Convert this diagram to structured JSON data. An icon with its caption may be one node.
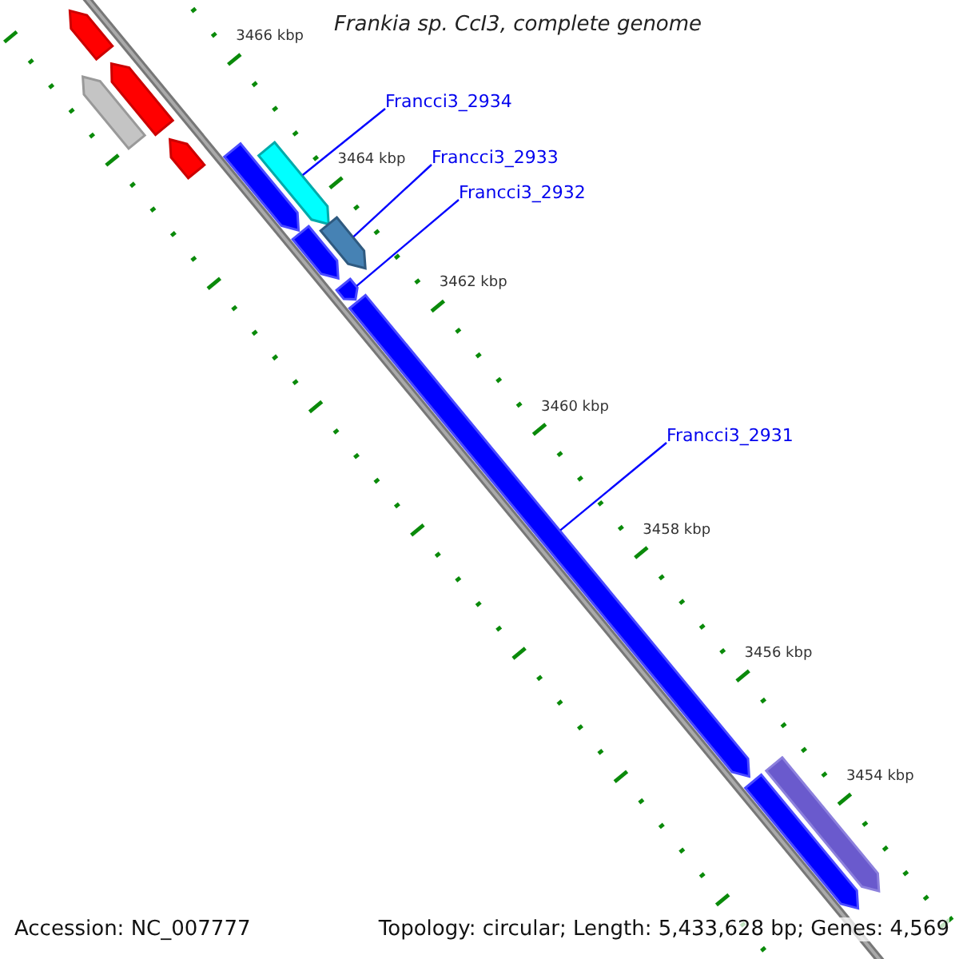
{
  "diagram": {
    "title": "Frankia sp. CcI3, complete genome",
    "nodes": [
      {
        "text": [
          "Francci3_2934"
        ]
      },
      {
        "text": [],
        "shape": "arrow"
      },
      {
        "text": [
          "Francci3_2933"
        ]
      },
      {
        "text": [],
        "shape": "arrow"
      },
      {
        "text": [
          "Francci3_2932"
        ]
      },
      {
        "text": [],
        "shape": "arrow"
      },
      {
        "text": [
          "Francci3_2931"
        ]
      },
      {
        "text": [],
        "shape": "arrow"
      },
      {
        "text": [],
        "shape": "arrow"
      },
      {
        "text": [],
        "shape": "arrow"
      },
      {
        "text": [],
        "shape": "arrow"
      },
      {
        "text": [],
        "shape": "arrow"
      },
      {
        "text": [],
        "shape": "arrow"
      },
      {
        "text": [],
        "shape": "arrow"
      },
      {
        "text": [],
        "shape": "arrow"
      },
      {
        "text": [],
        "shape": "arrow"
      }
    ],
    "edges": [
      {
        "from": 0,
        "to": 1,
        "arrow": "none"
      },
      {
        "from": 2,
        "to": 3,
        "arrow": "none"
      },
      {
        "from": 4,
        "to": 5,
        "arrow": "none"
      },
      {
        "from": 6,
        "to": 7,
        "arrow": "none"
      }
    ],
    "labels": [
      "3466 kbp",
      "3464 kbp",
      "3462 kbp",
      "3460 kbp",
      "3458 kbp",
      "3456 kbp",
      "3454 kbp",
      "Accession: NC_007777",
      "Topology: circular; Length: 5,433,628 bp; Genes: 4,569"
    ]
  }
}
